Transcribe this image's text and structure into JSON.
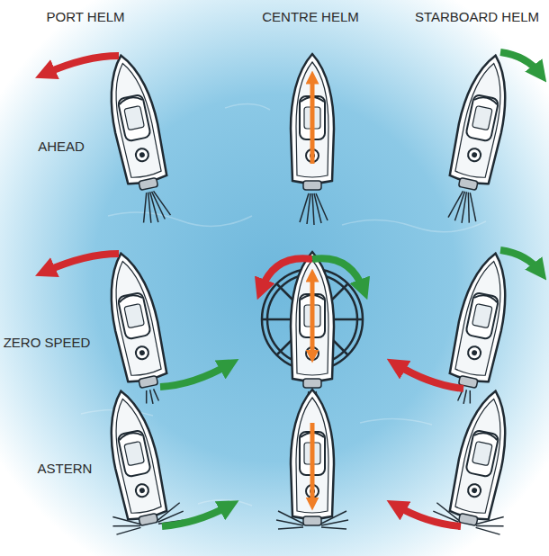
{
  "diagram": {
    "labels": [
      "PORT HELM",
      "CENTRE HELM",
      "STARBOARD HELM",
      "AHEAD",
      "ZERO SPEED",
      "ASTERN"
    ]
  }
}
